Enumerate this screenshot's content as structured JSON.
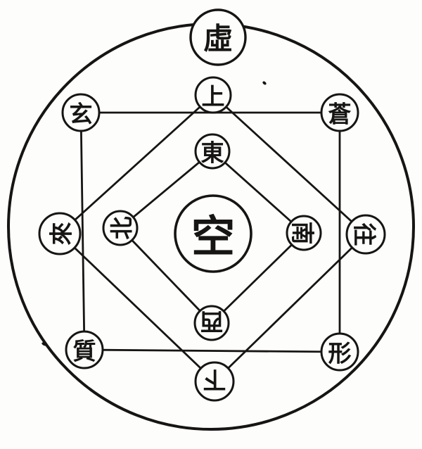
{
  "diagram": {
    "center": {
      "label": "空"
    },
    "top_outer": {
      "label": "虛"
    },
    "middle_ring": {
      "top": "上",
      "right": "往",
      "bottom": "下",
      "left": "來"
    },
    "inner_ring": {
      "top": "東",
      "right": "南",
      "bottom": "西",
      "left": "北"
    },
    "corners": {
      "top_left": "玄",
      "top_right": "蒼",
      "bottom_left": "質",
      "bottom_right": "形"
    },
    "colors": {
      "ink": "#161513",
      "paper": "#fdfdfc"
    }
  }
}
